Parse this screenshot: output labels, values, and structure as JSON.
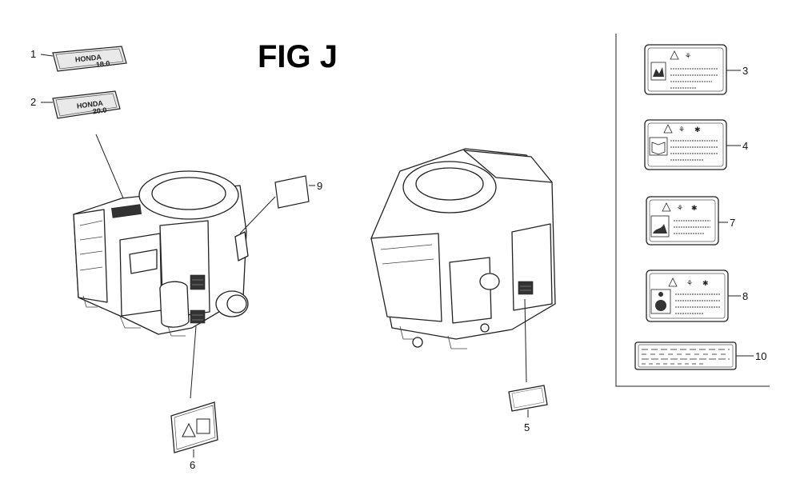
{
  "figure": {
    "title": "FIG J"
  },
  "callouts": [
    {
      "id": "1",
      "label": "1"
    },
    {
      "id": "2",
      "label": "2"
    },
    {
      "id": "3",
      "label": "3"
    },
    {
      "id": "4",
      "label": "4"
    },
    {
      "id": "5",
      "label": "5"
    },
    {
      "id": "6",
      "label": "6"
    },
    {
      "id": "7",
      "label": "7"
    },
    {
      "id": "8",
      "label": "8"
    },
    {
      "id": "9",
      "label": "9"
    },
    {
      "id": "10",
      "label": "10"
    }
  ],
  "decals": {
    "brand_text": "HONDA",
    "model_text_1": "18.0",
    "model_text_2": "20.0"
  }
}
